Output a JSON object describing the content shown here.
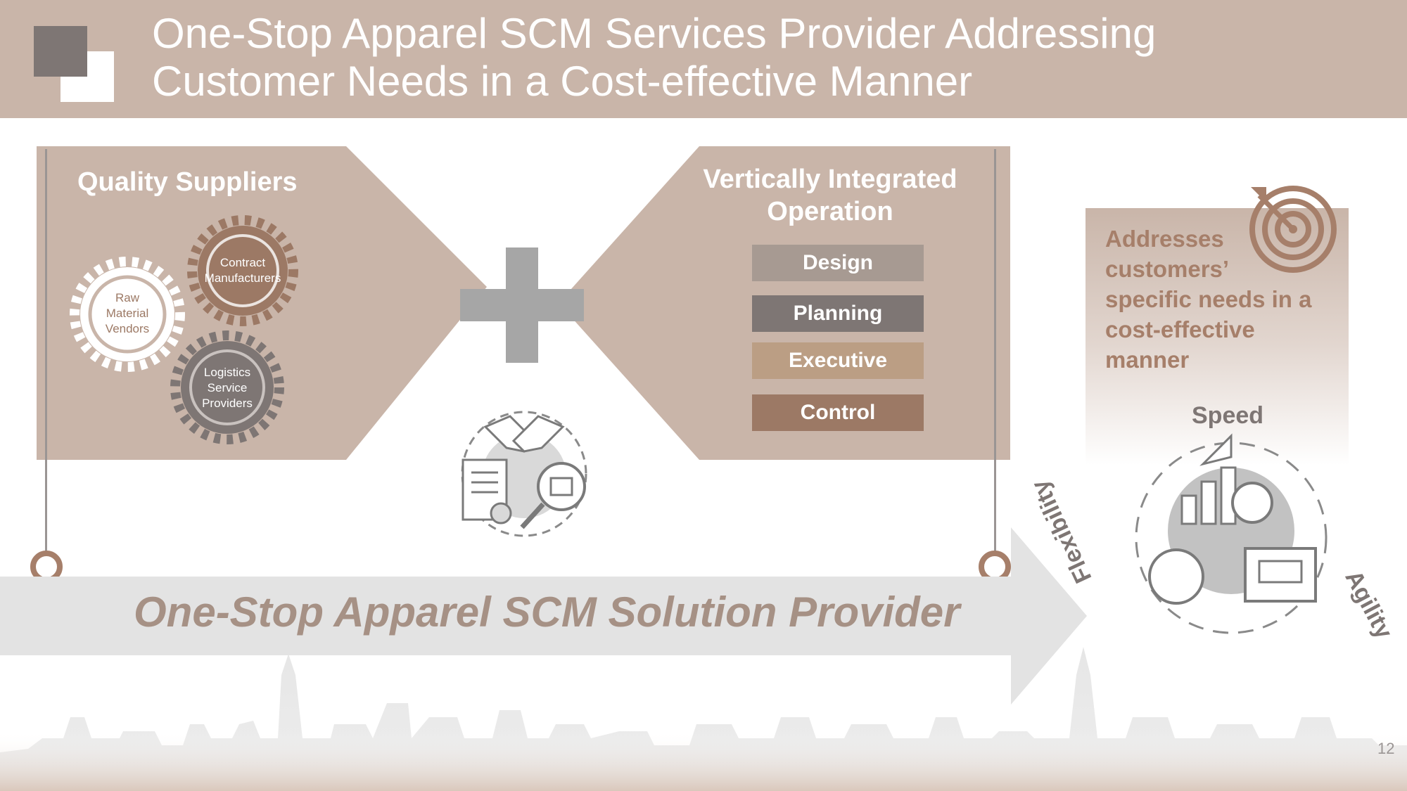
{
  "header": {
    "title_line1": "One-Stop Apparel SCM Services Provider Addressing",
    "title_line2": "Customer Needs in a Cost-effective Manner"
  },
  "left_panel": {
    "title": "Quality Suppliers",
    "gears": [
      {
        "label_lines": [
          "Contract",
          "Manufacturers"
        ]
      },
      {
        "label_lines": [
          "Raw",
          "Material",
          "Vendors"
        ]
      },
      {
        "label_lines": [
          "Logistics",
          "Service",
          "Providers"
        ]
      }
    ]
  },
  "right_panel": {
    "title_line1": "Vertically Integrated",
    "title_line2": "Operation",
    "steps": [
      {
        "label": "Design",
        "color": "#a79a92"
      },
      {
        "label": "Planning",
        "color": "#7e7674"
      },
      {
        "label": "Executive",
        "color": "#bb9e84"
      },
      {
        "label": "Control",
        "color": "#9c7965"
      }
    ]
  },
  "banner": {
    "text": "One-Stop Apparel SCM Solution Provider"
  },
  "outcome": {
    "text_lines": [
      "Addresses",
      "customers’",
      "specific needs in a",
      "cost-effective",
      "manner"
    ],
    "speed": "Speed",
    "flexibility": "Flexibility",
    "agility": "Agility"
  },
  "page_number": "12",
  "colors": {
    "header_bg": "#c9b5a9",
    "panel_bg": "#c9b5a9",
    "accent_brown": "#a67f6a",
    "gray_dark": "#7e7674",
    "plus_gray": "#a6a6a6"
  }
}
